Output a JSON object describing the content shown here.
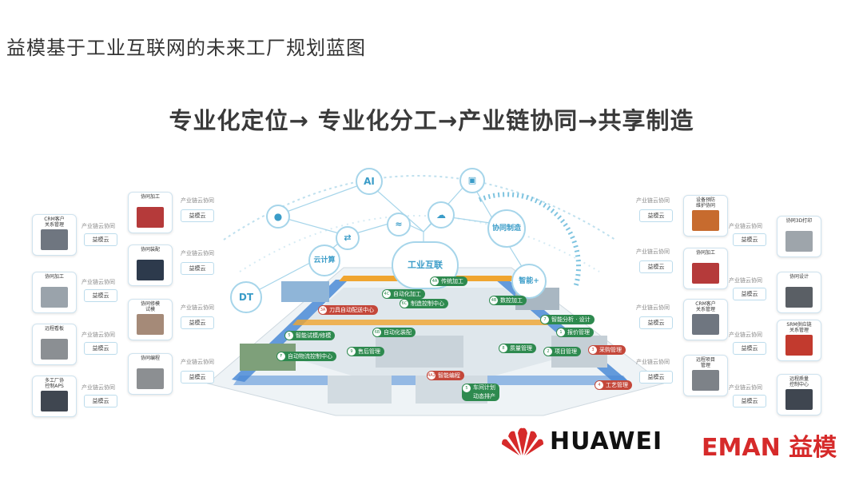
{
  "slide": {
    "title": "益模基于工业互联网的未来工厂规划蓝图",
    "headline": "专业化定位→ 专业化分工→产业链协同→共享制造"
  },
  "hub": {
    "center": "工业互联",
    "ai": "AI",
    "dt": "DT",
    "cloud_compute": "云计算",
    "collab_manufacture": "协同制造",
    "smart_plus": "智能+"
  },
  "left_outer": [
    {
      "caption": "CRM客户\n关系管理",
      "cloud": "益模云"
    },
    {
      "caption": "协同加工",
      "cloud": "益模云"
    },
    {
      "caption": "远程看板",
      "cloud": "益模云"
    },
    {
      "caption": "多工厂协\n控制APS",
      "cloud": "益模云"
    }
  ],
  "left_inner": [
    {
      "caption": "协同加工",
      "cloud": "益模云"
    },
    {
      "caption": "协同装配",
      "cloud": "益模云"
    },
    {
      "caption": "协同修模\n试模",
      "cloud": "益模云"
    },
    {
      "caption": "协同编程",
      "cloud": "益模云"
    }
  ],
  "right_inner": [
    {
      "caption": "设备预防\n维护协同",
      "cloud": "益模云"
    },
    {
      "caption": "协同加工",
      "cloud": "益模云"
    },
    {
      "caption": "CRM客户\n关系管理",
      "cloud": "益模云"
    },
    {
      "caption": "远程项目\n管理",
      "cloud": "益模云"
    }
  ],
  "right_outer": [
    {
      "caption": "协同3D打印",
      "cloud": "益模云"
    },
    {
      "caption": "协同设计",
      "cloud": "益模云"
    },
    {
      "caption": "SRM供应链\n关系管理",
      "cloud": "益模云"
    },
    {
      "caption": "远程质量\n控制中心",
      "cloud": "益模云"
    }
  ],
  "link_label": "产业链云协同",
  "tags": [
    {
      "n": "4A",
      "label": "传统加工",
      "color": "green"
    },
    {
      "n": "4C",
      "label": "自动化加工",
      "color": "green"
    },
    {
      "n": "6C",
      "label": "制造控制中心",
      "color": "green"
    },
    {
      "n": "4B",
      "label": "数控加工",
      "color": "green"
    },
    {
      "n": "3A",
      "label": "刀具自动配送中心",
      "color": "red"
    },
    {
      "n": "7",
      "label": "智能分析 · 设计",
      "color": "green"
    },
    {
      "n": "1",
      "label": "报价管理",
      "color": "green"
    },
    {
      "n": "5",
      "label": "智能试模/修模",
      "color": "green"
    },
    {
      "n": "6B",
      "label": "自动化装配",
      "color": "green"
    },
    {
      "n": "8",
      "label": "质量管理",
      "color": "green"
    },
    {
      "n": "2",
      "label": "项目管理",
      "color": "green"
    },
    {
      "n": "3",
      "label": "采购管理",
      "color": "red"
    },
    {
      "n": "F",
      "label": "自动物流控制中心",
      "color": "green"
    },
    {
      "n": "9",
      "label": "售后管理",
      "color": "green"
    },
    {
      "n": "4A2",
      "label": "智能编程",
      "color": "red"
    },
    {
      "n": "4",
      "label": "工艺管理",
      "color": "red"
    },
    {
      "n": "5",
      "label": "车间计划\n动态排产",
      "color": "green"
    }
  ],
  "brands": {
    "huawei": "HUAWEI",
    "eman": "EMAN 益模"
  },
  "colors": {
    "tag_green": "#2e8a4f",
    "tag_red": "#c4473a",
    "network_blue": "#a6d5ea",
    "huawei_red": "#d62a2a"
  }
}
